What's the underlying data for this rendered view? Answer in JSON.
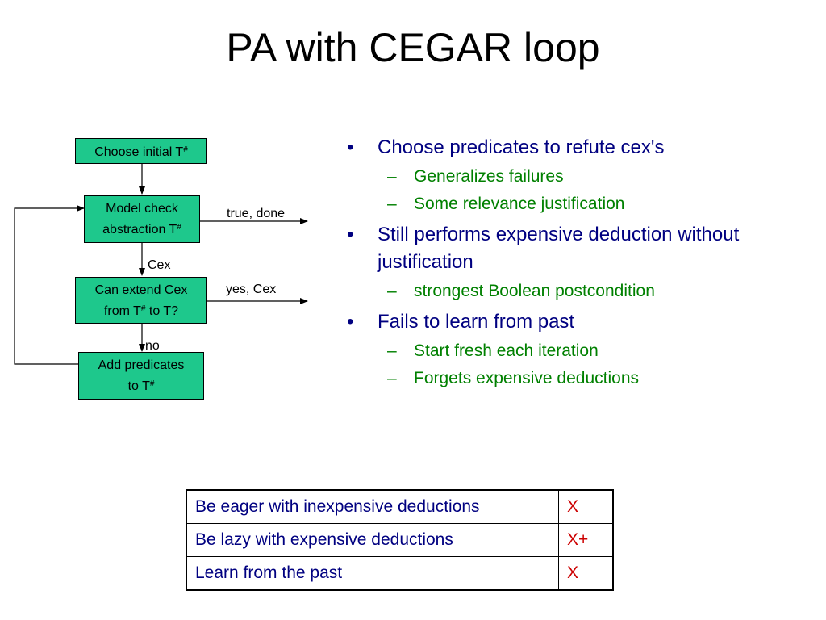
{
  "slide": {
    "title": "PA with CEGAR loop"
  },
  "flowchart": {
    "boxes": {
      "choose_initial": {
        "text": "Choose initial T",
        "sup": "#"
      },
      "model_check": {
        "line1": "Model check",
        "line2": "abstraction T",
        "sup": "#"
      },
      "can_extend": {
        "line1": "Can extend Cex",
        "line2a": "from T",
        "sup": "#",
        "line2b": " to T?"
      },
      "add_predicates": {
        "line1": "Add predicates",
        "line2": "to T",
        "sup": "#"
      }
    },
    "labels": {
      "true_done": "true, done",
      "cex": "Cex",
      "yes_cex": "yes, Cex",
      "no": "no"
    }
  },
  "bullets": [
    {
      "mark": "•",
      "text": "Choose predicates to refute cex's",
      "subs": [
        {
          "dash": "–",
          "text": "Generalizes failures"
        },
        {
          "dash": "–",
          "text": "Some relevance justification"
        }
      ]
    },
    {
      "mark": "•",
      "text": "Still performs expensive deduction without justification",
      "subs": [
        {
          "dash": "–",
          "text": "strongest Boolean postcondition"
        }
      ]
    },
    {
      "mark": "•",
      "text": "Fails to learn from past",
      "subs": [
        {
          "dash": "–",
          "text": "Start fresh each iteration"
        },
        {
          "dash": "–",
          "text": "Forgets expensive deductions"
        }
      ]
    }
  ],
  "table": {
    "rows": [
      {
        "item": "Be eager with inexpensive deductions",
        "mark": "X"
      },
      {
        "item": "Be lazy with expensive deductions",
        "mark": "X+"
      },
      {
        "item": "Learn from the past",
        "mark": "X"
      }
    ]
  },
  "colors": {
    "box_fill": "#1ec88c",
    "bullet_text": "#000080",
    "sub_bullet_text": "#008000",
    "table_mark": "#cc0000"
  }
}
